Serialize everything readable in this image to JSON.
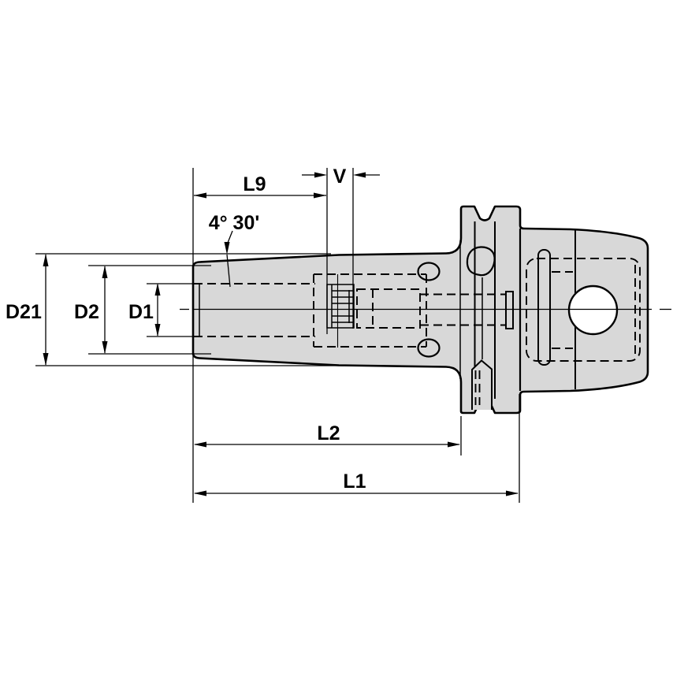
{
  "drawing": {
    "colors": {
      "body_fill": "#d8d8d8",
      "hole_fill": "#ffffff",
      "line": "#000000",
      "background": "#ffffff"
    },
    "labels": {
      "l9": "L9",
      "v": "V",
      "taper_angle": "4° 30'",
      "d21": "D21",
      "d2": "D2",
      "d1": "D1",
      "l2": "L2",
      "l1": "L1"
    }
  }
}
